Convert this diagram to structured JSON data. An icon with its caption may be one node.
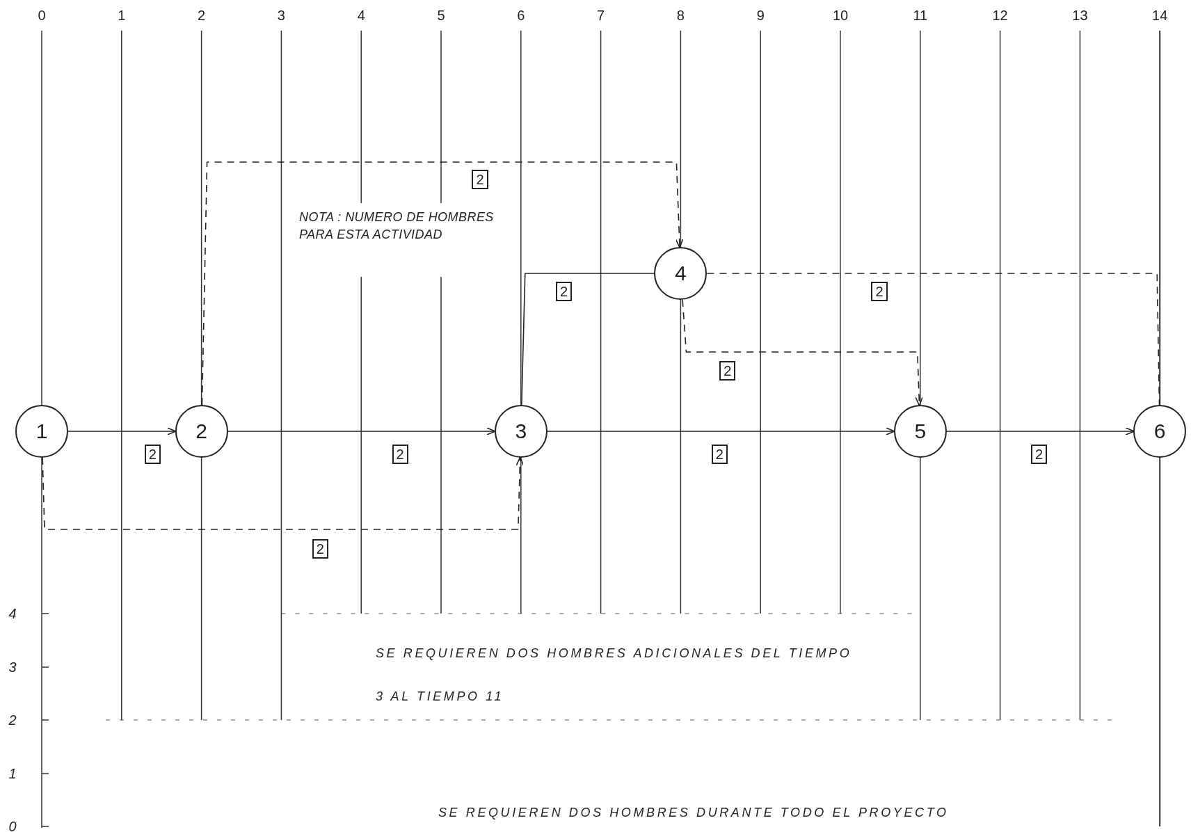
{
  "diagram": {
    "nodes": [
      {
        "text": [
          "1"
        ]
      },
      {
        "text": [
          "2"
        ]
      },
      {
        "text": [
          "3"
        ]
      },
      {
        "text": [
          "4"
        ]
      },
      {
        "text": [
          "5"
        ]
      },
      {
        "text": [
          "6"
        ]
      }
    ],
    "edges": [
      {
        "from": 0,
        "to": 1,
        "arrow": "to",
        "label": "2"
      },
      {
        "from": 1,
        "to": 2,
        "arrow": "to",
        "label": "2"
      },
      {
        "from": 2,
        "to": 4,
        "arrow": "to",
        "label": "2"
      },
      {
        "from": 4,
        "to": 5,
        "arrow": "to",
        "label": "2"
      },
      {
        "from": 1,
        "to": 3,
        "arrow": "to",
        "label": "2",
        "style": "dashed"
      },
      {
        "from": 0,
        "to": 2,
        "arrow": "to",
        "label": "2",
        "style": "dashed"
      },
      {
        "from": 2,
        "to": 3,
        "arrow": "none",
        "label": "2"
      },
      {
        "from": 3,
        "to": 5,
        "arrow": "none",
        "label": "2",
        "style": "dashed"
      },
      {
        "from": 3,
        "to": 4,
        "arrow": "to",
        "label": "2",
        "style": "dashed"
      }
    ],
    "labels": [
      "0",
      "1",
      "2",
      "3",
      "4",
      "5",
      "6",
      "7",
      "8",
      "9",
      "10",
      "11",
      "12",
      "13",
      "14",
      "4",
      "3",
      "2",
      "1",
      "0",
      "NOTA : NUMERO DE HOMBRES PARA ESTA ACTIVIDAD",
      "SE REQUIEREN DOS HOMBRES ADICIONALES DEL TIEMPO 3 AL TIEMPO 11",
      "SE REQUIEREN DOS HOMBRES DURANTE TODO EL PROYECTO"
    ]
  }
}
